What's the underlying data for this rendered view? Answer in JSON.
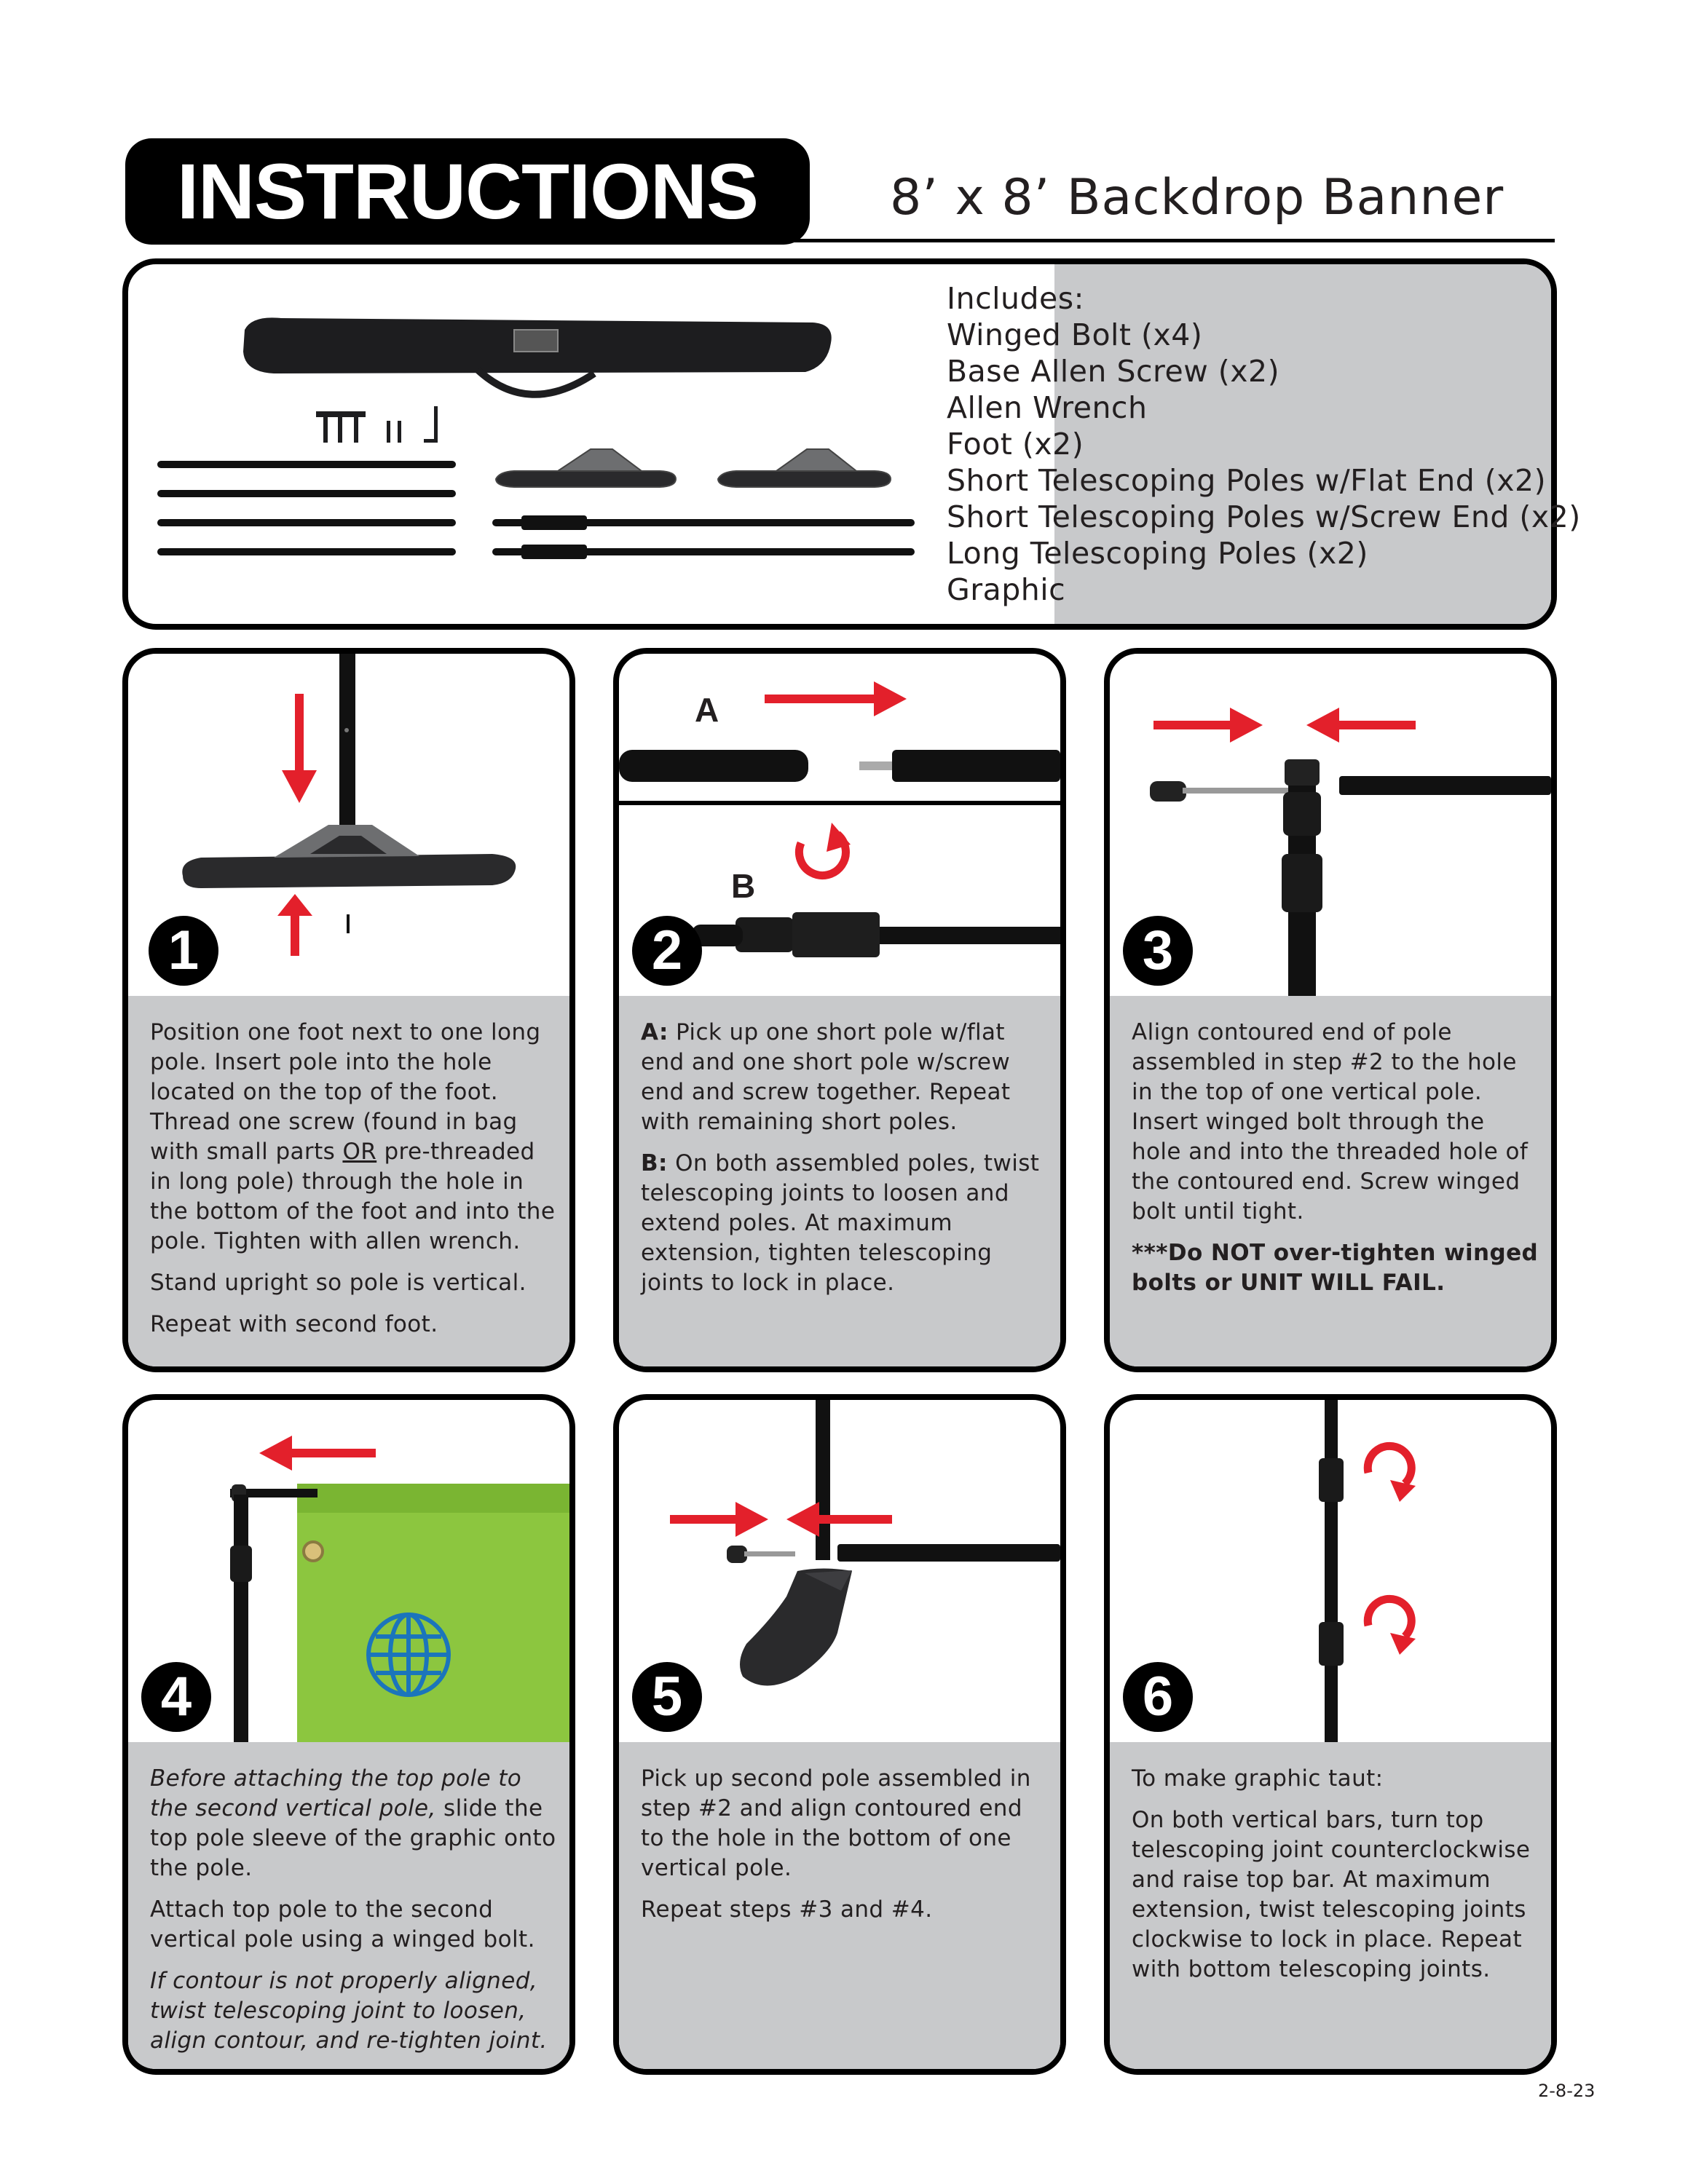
{
  "header": {
    "title": "INSTRUCTIONS",
    "subtitle": "8’ x 8’ Backdrop Banner"
  },
  "includes": {
    "heading": "Includes:",
    "items": [
      "Winged Bolt (x4)",
      "Base Allen Screw (x2)",
      "Allen Wrench",
      "Foot (x2)",
      "Short Telescoping Poles w/Flat End (x2)",
      "Short Telescoping Poles w/Screw End (x2)",
      "Long Telescoping Poles (x2)",
      "Graphic"
    ]
  },
  "steps": [
    {
      "number": "1",
      "paragraphs": {
        "p1_a": "Position one foot next to one long pole. Insert pole into the hole located on the top of the foot. Thread one screw (found in bag with small parts ",
        "p1_or": "OR",
        "p1_b": " pre-threaded in long pole) through the hole in the bottom of the foot and into the pole. Tighten with allen wrench.",
        "p2": "Stand upright so pole is vertical.",
        "p3": "Repeat with second foot."
      }
    },
    {
      "number": "2",
      "label_a": "A",
      "label_b": "B",
      "paragraphs": {
        "a_label": "A:",
        "a_text": " Pick up one short pole w/flat end and one short pole w/screw end and screw together. Repeat with remaining short poles.",
        "b_label": "B:",
        "b_text": " On both assembled poles, twist telescoping joints to loosen and extend poles. At maximum extension, tighten telescoping joints to lock in place."
      }
    },
    {
      "number": "3",
      "paragraphs": {
        "p1": "Align contoured end of pole assembled in step #2 to the hole in the top of one vertical pole. Insert winged bolt through the hole and into the threaded hole of the contoured end. Screw winged bolt until tight.",
        "warning": " ***Do NOT over-tighten winged bolts or UNIT WILL FAIL."
      }
    },
    {
      "number": "4",
      "paragraphs": {
        "p1_italic": "Before attaching the top pole to the second vertical pole,",
        "p1_rest": " slide the top pole sleeve of the graphic onto the pole.",
        "p2": "Attach top pole to the second vertical pole using a winged bolt.",
        "p3_italic": "If contour is not properly aligned, twist telescoping joint to loosen, align contour, and re-tighten joint."
      }
    },
    {
      "number": "5",
      "paragraphs": {
        "p1": "Pick up second pole assembled in step #2 and align contoured end to the hole in the bottom of one vertical pole.",
        "p2": "Repeat steps #3 and #4."
      }
    },
    {
      "number": "6",
      "paragraphs": {
        "p1": "To make graphic taut:",
        "p2": "On both vertical bars, turn top telescoping joint counterclockwise and raise top bar. At maximum extension, twist telescoping joints clockwise to lock in place. Repeat with bottom telescoping joints."
      }
    }
  ],
  "footer": {
    "date": "2-8-23"
  },
  "colors": {
    "arrow_red": "#e3202b",
    "panel_gray": "#c8c9cb",
    "graphic_green": "#8cc63f",
    "globe_blue": "#1b75bb"
  },
  "icons": [
    "arrow-icon",
    "rotate-clockwise-icon",
    "globe-icon"
  ]
}
